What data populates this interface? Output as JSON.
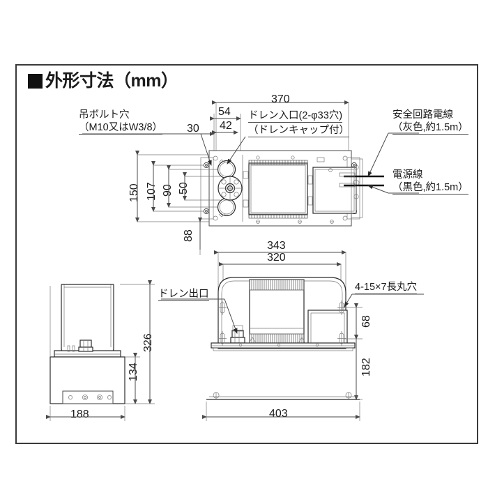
{
  "page": {
    "title_bullet": "■",
    "title": "外形寸法（mm）"
  },
  "labels": {
    "hanging_bolt_hole": "吊ボルト穴",
    "hanging_bolt_spec": "（M10又はW3/8）",
    "drain_inlet": "ドレン入口(2-φ33穴)",
    "drain_cap": "（ドレンキャップ付）",
    "safety_circuit_wire": "安全回路電線",
    "safety_circuit_wire_spec": "（灰色,約1.5m）",
    "power_wire": "電源線",
    "power_wire_spec": "（黒色,約1.5m）",
    "drain_outlet": "ドレン出口",
    "oblong_holes": "4-15×7長丸穴"
  },
  "dimensions": {
    "top_view": {
      "width_overall": "370",
      "d54": "54",
      "d42": "42",
      "d30": "30",
      "h150": "150",
      "h107": "107",
      "h90": "90",
      "h50": "50",
      "h88": "88"
    },
    "front_view": {
      "w343": "343",
      "w320": "320",
      "w403": "403",
      "h68": "68",
      "h182": "182"
    },
    "side_view": {
      "h326": "326",
      "h134": "134",
      "w188": "188"
    }
  },
  "colors": {
    "frame_border": "#3a3a3a",
    "line": "#4a4a4a",
    "text": "#1b1b1b",
    "wire": "#111111",
    "background": "#ffffff"
  }
}
